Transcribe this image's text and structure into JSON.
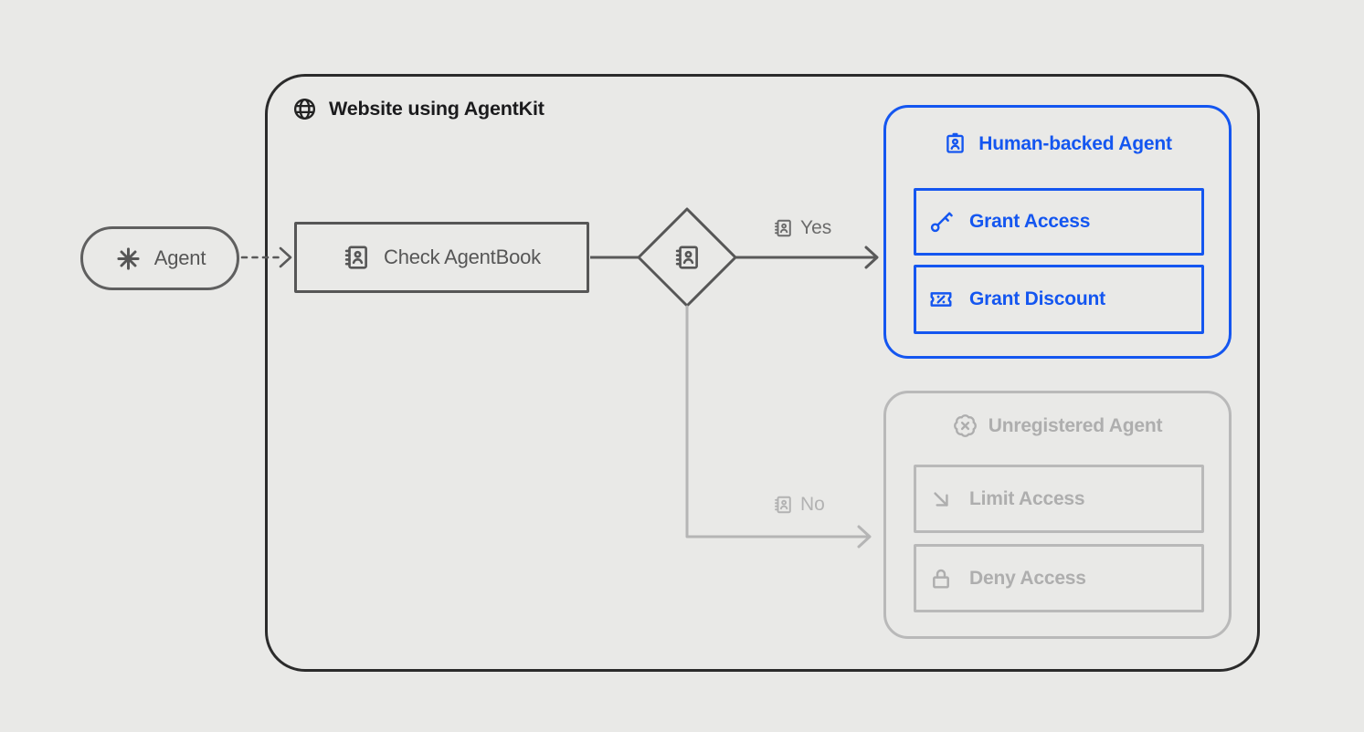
{
  "page": {
    "background": "#e9e9e7"
  },
  "colors": {
    "frame_dark": "#2b2b2b",
    "node_gray": "#565656",
    "edge_gray": "#595959",
    "muted_gray": "#b5b5b5",
    "accent_blue": "#1456f0"
  },
  "container": {
    "title": "Website using AgentKit",
    "icon": "globe-icon"
  },
  "flow": {
    "agent": {
      "label": "Agent",
      "icon": "asterisk-icon"
    },
    "check": {
      "label": "Check AgentBook",
      "icon": "agentbook-icon"
    },
    "decision": {
      "icon": "agentbook-icon"
    },
    "yes_edge": {
      "label": "Yes",
      "icon": "agentbook-icon"
    },
    "no_edge": {
      "label": "No",
      "icon": "agentbook-icon"
    }
  },
  "cards": {
    "human_backed": {
      "title": "Human-backed Agent",
      "title_icon": "id-badge-icon",
      "actions": [
        {
          "label": "Grant Access",
          "icon": "key-icon"
        },
        {
          "label": "Grant Discount",
          "icon": "ticket-percent-icon"
        }
      ]
    },
    "unregistered": {
      "title": "Unregistered Agent",
      "title_icon": "badge-x-icon",
      "actions": [
        {
          "label": "Limit Access",
          "icon": "arrow-down-right-icon"
        },
        {
          "label": "Deny Access",
          "icon": "lock-icon"
        }
      ]
    }
  }
}
